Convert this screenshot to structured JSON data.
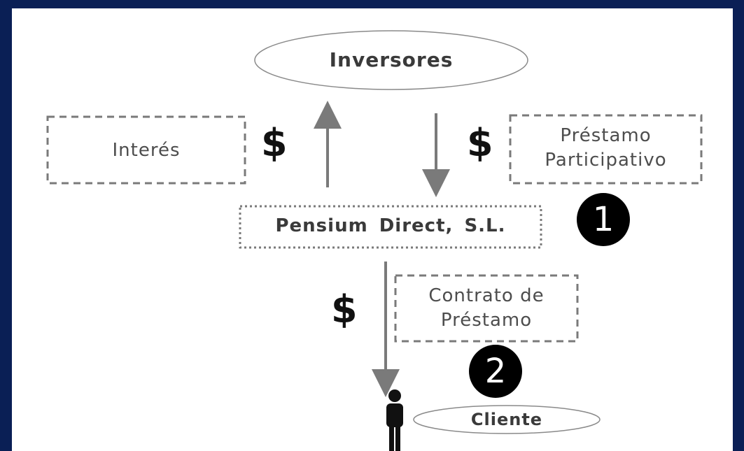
{
  "nodes": {
    "inversores": "Inversores",
    "interes": "Interés",
    "prestamo_participativo_line1": "Préstamo",
    "prestamo_participativo_line2": "Participativo",
    "pensium": "Pensium Direct, S.L.",
    "contrato_line1": "Contrato de",
    "contrato_line2": "Préstamo",
    "cliente": "Cliente"
  },
  "symbols": {
    "dollar_left": "$",
    "dollar_right": "$",
    "dollar_bottom": "$"
  },
  "badges": {
    "step1": "1",
    "step2": "2"
  },
  "colors": {
    "frame": "#0a1f55",
    "arrow": "#7a7a7a",
    "dash": "#7a7a7a"
  }
}
